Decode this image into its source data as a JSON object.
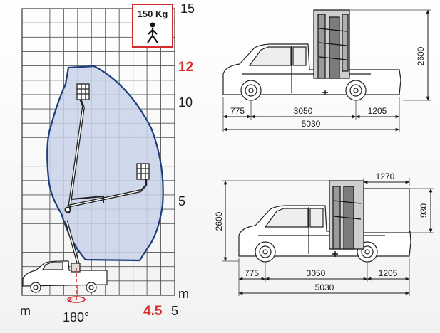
{
  "reach_chart": {
    "height_ticks": {
      "t15": "15",
      "t12": "12",
      "t10": "10",
      "t5": "5"
    },
    "outreach_ticks": {
      "t5": "5",
      "t4_5": "4.5"
    },
    "unit_left": "m",
    "unit_right": "m",
    "rotation": "180°",
    "load_badge": "150 Kg",
    "colors": {
      "accent_red": "#d62b2b",
      "envelope_fill": "#c9d3ea",
      "envelope_stroke": "#1d3e7a"
    }
  },
  "side_view": {
    "height": "2600",
    "front_overhang": "775",
    "wheelbase": "3050",
    "rear_overhang": "1205",
    "total_length": "5030"
  },
  "canopy_view": {
    "height": "2600",
    "canopy_length": "1270",
    "canopy_height": "930",
    "front_overhang": "775",
    "wheelbase": "3050",
    "rear_overhang": "1205",
    "total_length": "5030"
  }
}
